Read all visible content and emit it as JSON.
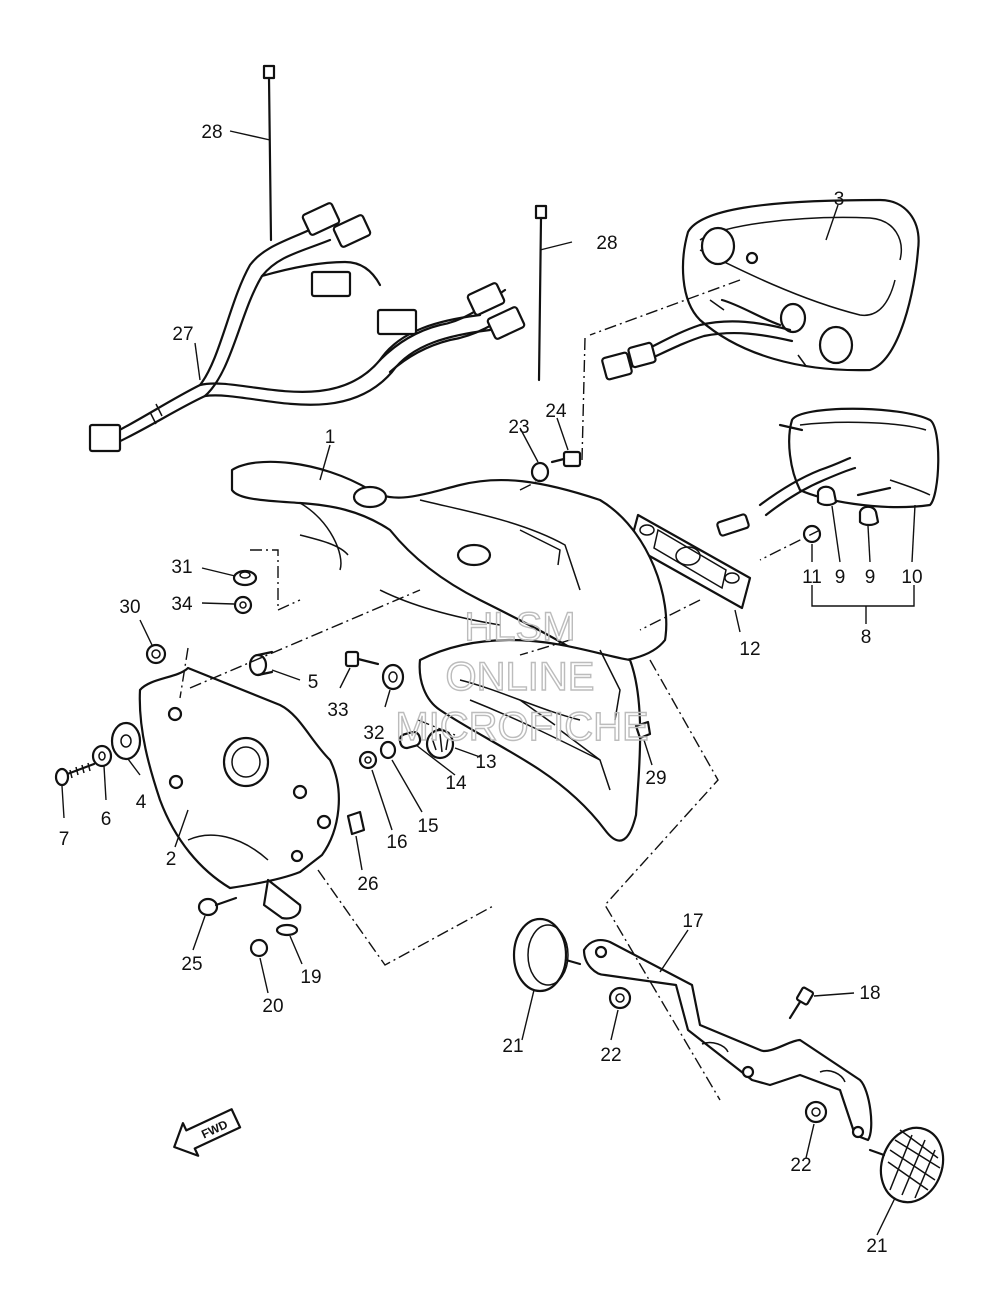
{
  "callouts": {
    "p1": "1",
    "p2": "2",
    "p3": "3",
    "p4": "4",
    "p5": "5",
    "p6": "6",
    "p7": "7",
    "p8": "8",
    "p9a": "9",
    "p9b": "9",
    "p10": "10",
    "p11": "11",
    "p12": "12",
    "p13": "13",
    "p14": "14",
    "p15": "15",
    "p16": "16",
    "p17": "17",
    "p18": "18",
    "p19": "19",
    "p20": "20",
    "p21a": "21",
    "p21b": "21",
    "p22a": "22",
    "p22b": "22",
    "p23": "23",
    "p24": "24",
    "p25": "25",
    "p26": "26",
    "p27": "27",
    "p28a": "28",
    "p28b": "28",
    "p29": "29",
    "p30": "30",
    "p31": "31",
    "p32": "32",
    "p33": "33",
    "p34": "34"
  },
  "fwd_label": "FWD",
  "watermark": {
    "line1": "HLSM",
    "line2": "ONLINE",
    "line3": "MICROFICHE"
  }
}
